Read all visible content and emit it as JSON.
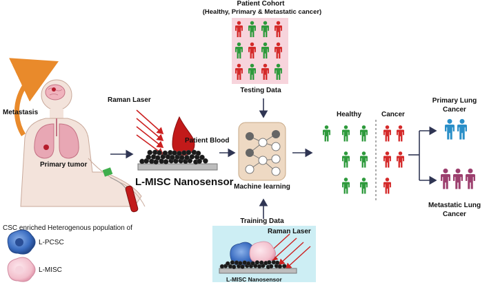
{
  "labels": {
    "patient_cohort_title": "Patient Cohort",
    "patient_cohort_subtitle": "(Healthy, Primary & Metastatic cancer)",
    "testing_data": "Testing Data",
    "metastasis": "Metastasis",
    "primary_tumor": "Primary tumor",
    "raman_laser": "Raman Laser",
    "patient_blood": "Patient Blood",
    "l_misc_nanosensor": "L-MISC Nanosensor",
    "machine_learning": "Machine learning",
    "healthy": "Healthy",
    "cancer": "Cancer",
    "primary_lung_cancer_1": "Primary Lung",
    "primary_lung_cancer_2": "Cancer",
    "metastatic_lung_cancer_1": "Metastatic Lung",
    "metastatic_lung_cancer_2": "Cancer",
    "training_data": "Training Data",
    "training_raman_laser": "Raman Laser",
    "training_nanosensor": "L-MISC Nanosensor",
    "csc_title": "CSC enriched Heterogenous population of",
    "legend_pcsc": "L-PCSC",
    "legend_misc": "L-MISC"
  },
  "colors": {
    "healthy": "#2e9a3c",
    "cancer": "#d42a2a",
    "primary": "#2a8fc8",
    "metastatic": "#9c3f6e",
    "ml_box": "#eed9c3",
    "cohort_bg": "#f7d4dc",
    "training_bg": "#cdeef4",
    "arrow": "#2f3553",
    "laser": "#cc2020",
    "blood": "#c21a1a",
    "pcsc": "#3a6cc0",
    "misc": "#f2bfcc"
  },
  "icons": [
    "human-body-icon",
    "brain-icon",
    "lungs-icon",
    "blood-tube-icon",
    "blood-drop-icon",
    "nanosensor-icon",
    "neural-network-icon",
    "person-icon",
    "cell-icon"
  ]
}
